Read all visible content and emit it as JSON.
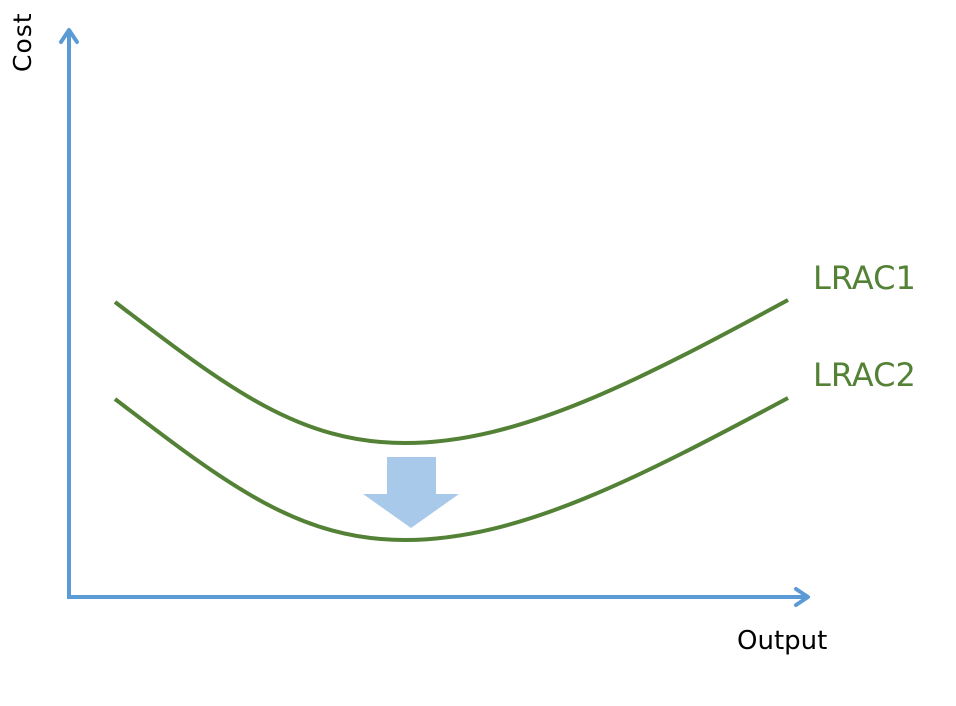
{
  "chart_data": {
    "type": "line",
    "title": "",
    "xlabel": "Output",
    "ylabel": "Cost",
    "grid": false,
    "legend_position": "inline-right",
    "series": [
      {
        "name": "LRAC1",
        "shape": "U-shaped",
        "points": [
          [
            115,
            302
          ],
          [
            405,
            443
          ],
          [
            788,
            300
          ]
        ]
      },
      {
        "name": "LRAC2",
        "shape": "U-shaped",
        "points": [
          [
            115,
            399
          ],
          [
            405,
            540
          ],
          [
            788,
            398
          ]
        ]
      }
    ],
    "annotations": [
      {
        "type": "arrow",
        "direction": "down",
        "meaning": "shift from LRAC1 to LRAC2"
      }
    ]
  },
  "axes": {
    "x_label": "Output",
    "y_label": "Cost"
  },
  "curves": {
    "lrac1": "LRAC1",
    "lrac2": "LRAC2"
  },
  "colors": {
    "axis": "#5b9bd5",
    "curve": "#538135",
    "arrow": "#a9c9ea"
  }
}
